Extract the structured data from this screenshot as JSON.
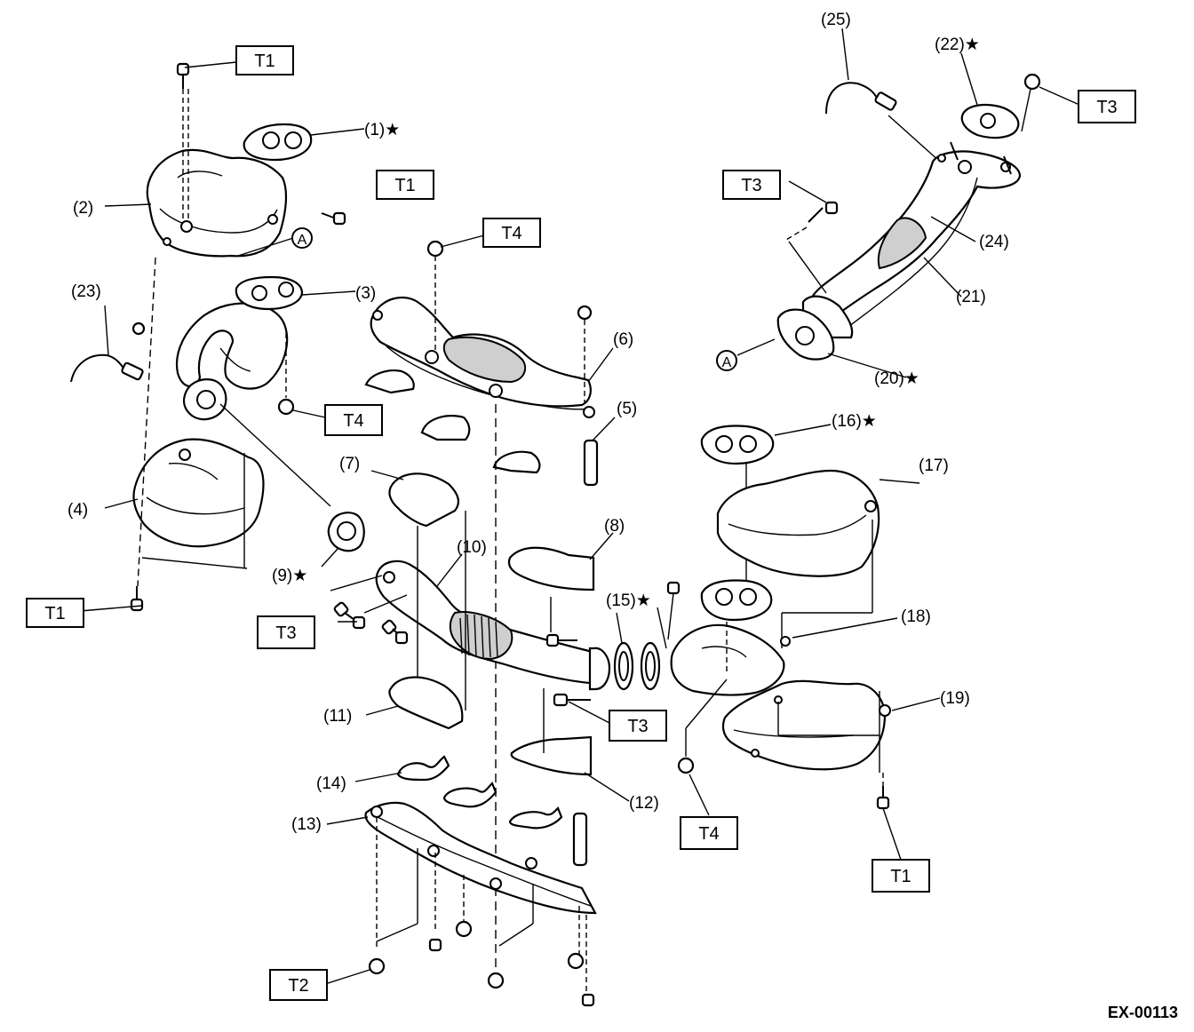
{
  "diagram_code": "EX-00113",
  "part_labels": [
    {
      "id": "p1",
      "text": "(1)★"
    },
    {
      "id": "p2",
      "text": "(2)"
    },
    {
      "id": "p3",
      "text": "(3)"
    },
    {
      "id": "p4",
      "text": "(4)"
    },
    {
      "id": "p5",
      "text": "(5)"
    },
    {
      "id": "p6",
      "text": "(6)"
    },
    {
      "id": "p7",
      "text": "(7)"
    },
    {
      "id": "p8",
      "text": "(8)"
    },
    {
      "id": "p9",
      "text": "(9)★"
    },
    {
      "id": "p10",
      "text": "(10)"
    },
    {
      "id": "p11",
      "text": "(11)"
    },
    {
      "id": "p12",
      "text": "(12)"
    },
    {
      "id": "p13",
      "text": "(13)"
    },
    {
      "id": "p14",
      "text": "(14)"
    },
    {
      "id": "p15",
      "text": "(15)★"
    },
    {
      "id": "p16",
      "text": "(16)★"
    },
    {
      "id": "p17",
      "text": "(17)"
    },
    {
      "id": "p18",
      "text": "(18)"
    },
    {
      "id": "p19",
      "text": "(19)"
    },
    {
      "id": "p20",
      "text": "(20)★"
    },
    {
      "id": "p21",
      "text": "(21)"
    },
    {
      "id": "p22",
      "text": "(22)★"
    },
    {
      "id": "p23",
      "text": "(23)"
    },
    {
      "id": "p24",
      "text": "(24)"
    },
    {
      "id": "p25",
      "text": "(25)"
    }
  ],
  "torque_labels": [
    {
      "id": "t1a",
      "text": "T1"
    },
    {
      "id": "t1b",
      "text": "T1"
    },
    {
      "id": "t1c",
      "text": "T1"
    },
    {
      "id": "t1d",
      "text": "T1"
    },
    {
      "id": "t2a",
      "text": "T2"
    },
    {
      "id": "t3a",
      "text": "T3"
    },
    {
      "id": "t3b",
      "text": "T3"
    },
    {
      "id": "t3c",
      "text": "T3"
    },
    {
      "id": "t3d",
      "text": "T3"
    },
    {
      "id": "t4a",
      "text": "T4"
    },
    {
      "id": "t4b",
      "text": "T4"
    },
    {
      "id": "t4c",
      "text": "T4"
    }
  ],
  "connection_markers": [
    {
      "id": "a1",
      "text": "A"
    },
    {
      "id": "a2",
      "text": "A"
    }
  ]
}
